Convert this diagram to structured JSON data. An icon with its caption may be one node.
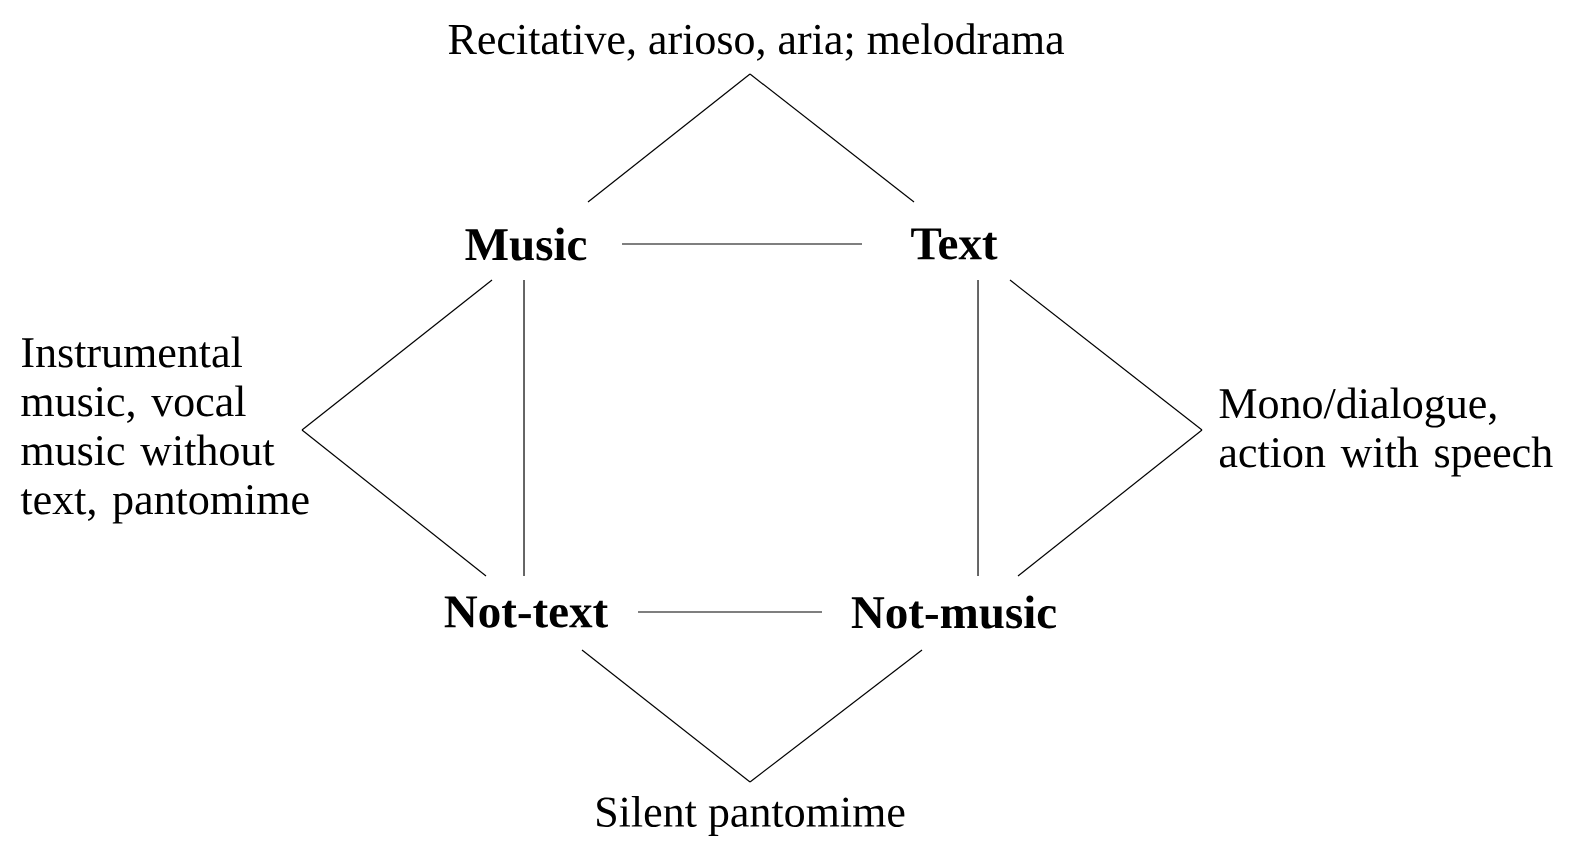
{
  "diagram": {
    "nodes": [
      {
        "text": [
          "Recitative, arioso, aria; melodrama"
        ]
      },
      {
        "text": [
          "Music"
        ]
      },
      {
        "text": [
          "Text"
        ]
      },
      {
        "text": [
          "Instrumental music, vocal music without text, pantomime"
        ]
      },
      {
        "text": [
          "Mono/dialogue, action with speech"
        ]
      },
      {
        "text": [
          "Not-text"
        ]
      },
      {
        "text": [
          "Not-music"
        ]
      },
      {
        "text": [
          "Silent pantomime"
        ]
      }
    ],
    "edges": [
      {
        "from": 1,
        "to": 0,
        "arrow": "none"
      },
      {
        "from": 0,
        "to": 2,
        "arrow": "none"
      },
      {
        "from": 1,
        "to": 2,
        "arrow": "none"
      },
      {
        "from": 1,
        "to": 3,
        "arrow": "none"
      },
      {
        "from": 3,
        "to": 5,
        "arrow": "none"
      },
      {
        "from": 1,
        "to": 5,
        "arrow": "none"
      },
      {
        "from": 2,
        "to": 6,
        "arrow": "none"
      },
      {
        "from": 2,
        "to": 4,
        "arrow": "none"
      },
      {
        "from": 4,
        "to": 6,
        "arrow": "none"
      },
      {
        "from": 5,
        "to": 6,
        "arrow": "none"
      },
      {
        "from": 5,
        "to": 7,
        "arrow": "none"
      },
      {
        "from": 7,
        "to": 6,
        "arrow": "none"
      }
    ]
  }
}
